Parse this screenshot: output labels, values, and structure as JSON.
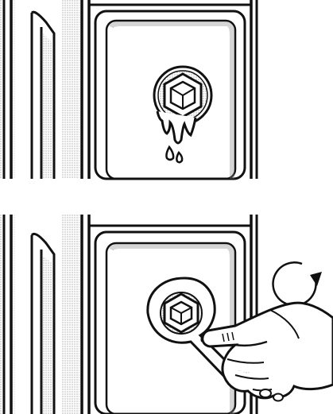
{
  "figure": {
    "steps": [
      {
        "id": "leaking-drain-plug",
        "state": "leaking"
      },
      {
        "id": "tightening-drain-plug",
        "state": "tightening",
        "rotation": "clockwise"
      }
    ],
    "icons": [
      "drain-plug-icon",
      "water-drip-icon",
      "wrench-icon",
      "hand-icon",
      "clockwise-arrow-icon"
    ],
    "colors": {
      "ink": "#111111",
      "paper": "#ffffff",
      "shade": "#bdbdbd"
    }
  }
}
